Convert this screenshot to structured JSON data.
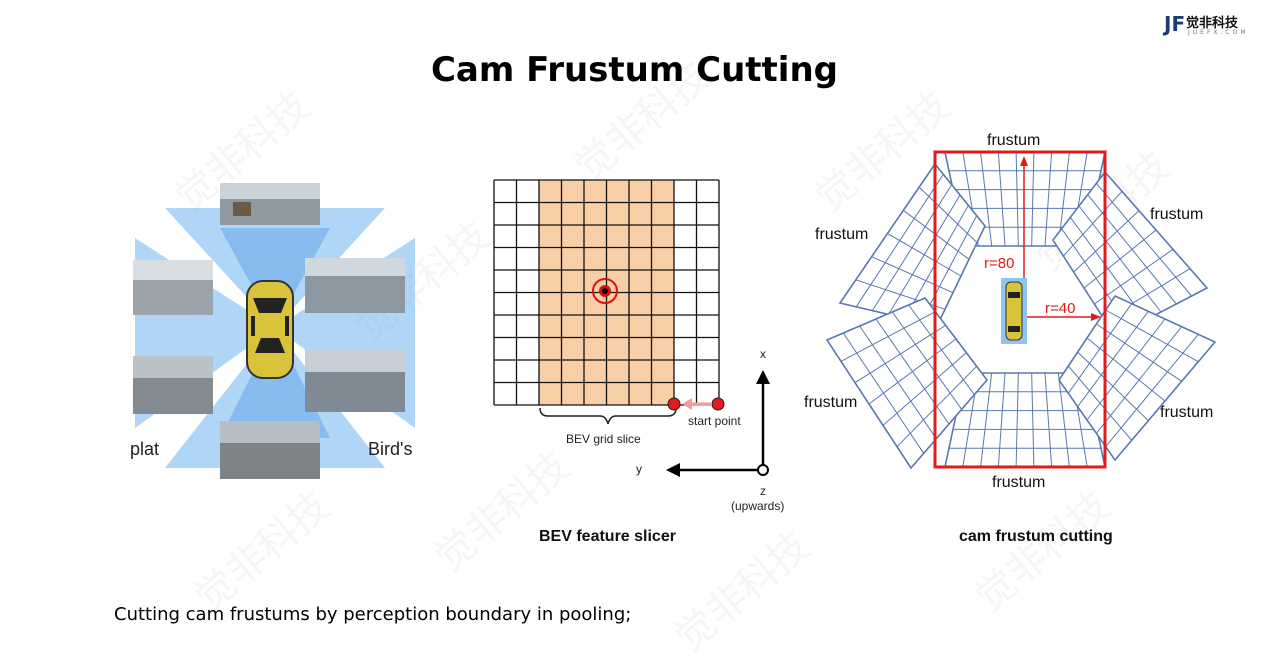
{
  "header": {
    "title": "Cam Frustum Cutting",
    "logo_text": "觉非科技",
    "logo_mark": "JF",
    "logo_subtext": "JUEFX.COM"
  },
  "watermark_text": "觉非科技",
  "left_panel": {
    "label_left": "plat",
    "label_right": "Bird's"
  },
  "middle_panel": {
    "title": "BEV feature slicer",
    "grid_slice_label": "BEV grid slice",
    "start_point_label": "start point",
    "axis_x": "x",
    "axis_y": "y",
    "axis_z": "z",
    "axis_z_note": "(upwards)"
  },
  "right_panel": {
    "title": "cam frustum cutting",
    "frustum_labels": [
      "frustum",
      "frustum",
      "frustum",
      "frustum",
      "frustum",
      "frustum"
    ],
    "r80_label": "r=80",
    "r40_label": "r=40"
  },
  "footer": {
    "caption": "Cutting cam frustums by perception boundary in pooling;"
  },
  "colors": {
    "slice_fill": "#f8cfa6",
    "boundary_red": "#e11b1b",
    "frustum_blue": "#5878b0",
    "camera_blue": "#6fb3f2"
  }
}
